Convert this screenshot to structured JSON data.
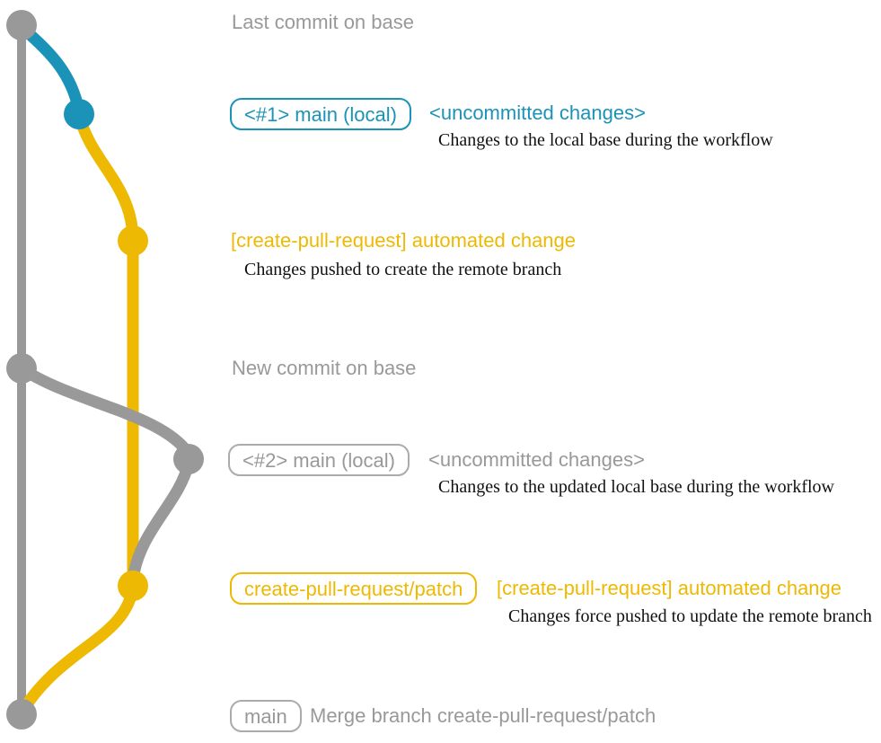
{
  "colors": {
    "blue": "#1b93b8",
    "yellow": "#eeb902",
    "gray": "#999999",
    "gray-border": "#ababab",
    "ink": "#111111"
  },
  "annotations": {
    "last_commit": {
      "label": "Last commit on base"
    },
    "local1": {
      "badge": "<#1> main (local)",
      "status": "<uncommitted changes>",
      "note": "Changes to the local base during the workflow"
    },
    "push1": {
      "message": "[create-pull-request] automated change",
      "note": "Changes pushed to create the remote branch"
    },
    "new_commit": {
      "label": "New commit on base"
    },
    "local2": {
      "badge": "<#2> main (local)",
      "status": "<uncommitted changes>",
      "note": "Changes to the updated local base during the workflow"
    },
    "push2": {
      "badge": "create-pull-request/patch",
      "message": "[create-pull-request] automated change",
      "note": "Changes force pushed to update the remote branch"
    },
    "merge": {
      "badge": "main",
      "message": "Merge branch create-pull-request/patch"
    }
  }
}
